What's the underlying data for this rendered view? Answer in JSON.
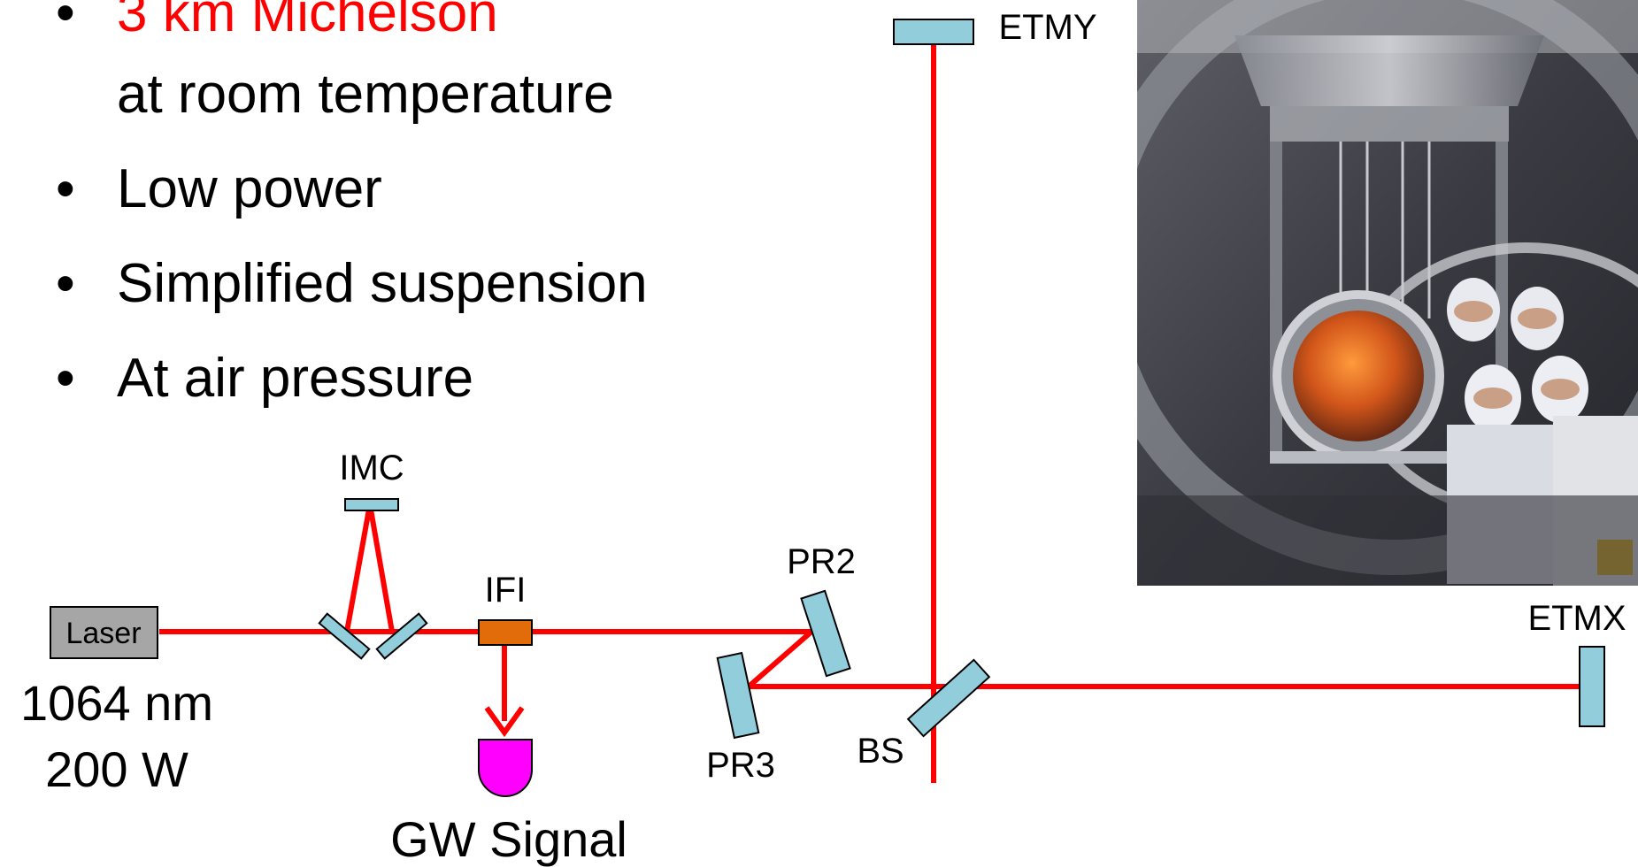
{
  "bullets": [
    {
      "line1": "3 km Michelson",
      "line2": "at room temperature",
      "highlight": true
    },
    {
      "line1": "Low power"
    },
    {
      "line1": "Simplified suspension"
    },
    {
      "line1": "At air pressure"
    }
  ],
  "bullet_glyph": "•",
  "labels": {
    "laser": "Laser",
    "wavelength": "1064 nm",
    "power": "200 W",
    "imc": "IMC",
    "ifi": "IFI",
    "gw_signal": "GW Signal",
    "pr2": "PR2",
    "pr3": "PR3",
    "bs": "BS",
    "etmy": "ETMY",
    "etmx": "ETMX"
  },
  "colors": {
    "beam": "#ff0000",
    "mirror": "#92cddc",
    "laser_box": "#a6a6a6",
    "isolator": "#e36c0a",
    "photodetector": "#ff00ff",
    "highlight_text": "#ff0000"
  },
  "photo": {
    "subject": "vacuum chamber with test-mass mirror and technicians in cleanroom suits"
  }
}
